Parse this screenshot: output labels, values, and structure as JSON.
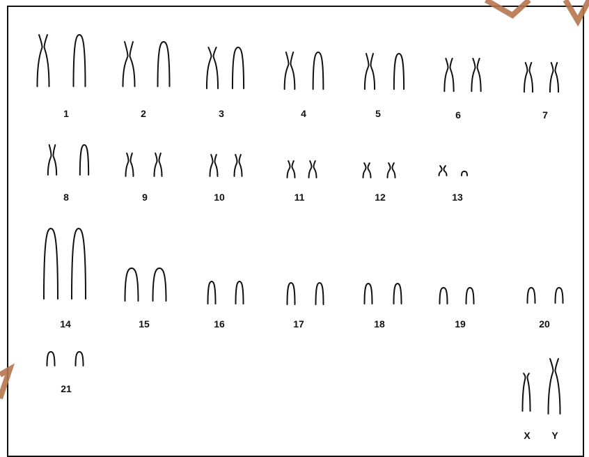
{
  "figure": {
    "border_color": "#111111",
    "line_color": "#111111",
    "watermark_color": "#b5764c"
  },
  "pairs": [
    {
      "label": "1",
      "shapes": [
        "x",
        "arch"
      ]
    },
    {
      "label": "2",
      "shapes": [
        "x",
        "arch"
      ]
    },
    {
      "label": "3",
      "shapes": [
        "x",
        "arch"
      ]
    },
    {
      "label": "4",
      "shapes": [
        "x",
        "arch"
      ]
    },
    {
      "label": "5",
      "shapes": [
        "x",
        "arch"
      ]
    },
    {
      "label": "6",
      "shapes": [
        "x",
        "x"
      ]
    },
    {
      "label": "7",
      "shapes": [
        "x",
        "x"
      ]
    },
    {
      "label": "8",
      "shapes": [
        "x",
        "arch"
      ]
    },
    {
      "label": "9",
      "shapes": [
        "x",
        "x"
      ]
    },
    {
      "label": "10",
      "shapes": [
        "x",
        "x"
      ]
    },
    {
      "label": "11",
      "shapes": [
        "x",
        "x"
      ]
    },
    {
      "label": "12",
      "shapes": [
        "x",
        "x"
      ]
    },
    {
      "label": "13",
      "shapes": [
        "x",
        "arch"
      ]
    },
    {
      "label": "14",
      "shapes": [
        "arch",
        "arch"
      ]
    },
    {
      "label": "15",
      "shapes": [
        "arch",
        "arch"
      ]
    },
    {
      "label": "16",
      "shapes": [
        "arch",
        "arch"
      ]
    },
    {
      "label": "17",
      "shapes": [
        "arch",
        "arch"
      ]
    },
    {
      "label": "18",
      "shapes": [
        "arch",
        "arch"
      ]
    },
    {
      "label": "19",
      "shapes": [
        "arch",
        "arch"
      ]
    },
    {
      "label": "20",
      "shapes": [
        "arch",
        "arch"
      ]
    },
    {
      "label": "21",
      "shapes": [
        "arch",
        "arch"
      ]
    },
    {
      "label": "X",
      "shapes": [
        "x"
      ]
    },
    {
      "label": "Y",
      "shapes": [
        "x"
      ]
    }
  ]
}
